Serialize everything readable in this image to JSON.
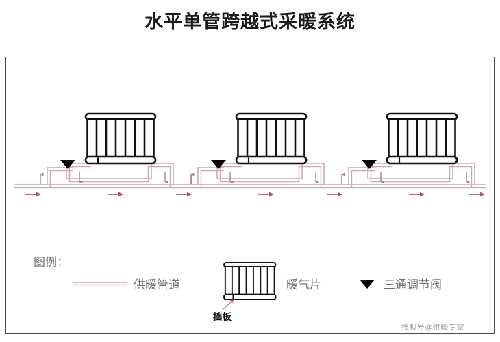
{
  "title": "水平单管跨越式采暖系统",
  "watermark": "搜狐号@供暖专家",
  "diagram": {
    "name": "horizontal-single-pipe-bypass-heating-system",
    "radiator_count": 3,
    "valve_count": 3,
    "radiator_fins": 6,
    "flow_direction": "left-to-right"
  },
  "legend": {
    "heading": "图例：",
    "items": [
      {
        "key": "pipe",
        "label": "供暖管道",
        "symbol": "line"
      },
      {
        "key": "radiator",
        "label": "暖气片",
        "symbol": "radiator"
      },
      {
        "key": "valve",
        "label": "三通调节阀",
        "symbol": "▼"
      }
    ],
    "callout": {
      "label": "挡板",
      "target": "radiator-bottom-baffle"
    }
  },
  "colors": {
    "pipe": "#c9a9b1",
    "pipe_fill": "#f7eff1",
    "arrow": "#9d5f72",
    "radiator_stroke": "#111111",
    "frame_border": "#4a4a52",
    "title_text": "#1b1b1b",
    "legend_text": "#6e6e6e",
    "callout_text": "#111111",
    "valve": "#000000",
    "watermark": "#8d8d8d"
  }
}
